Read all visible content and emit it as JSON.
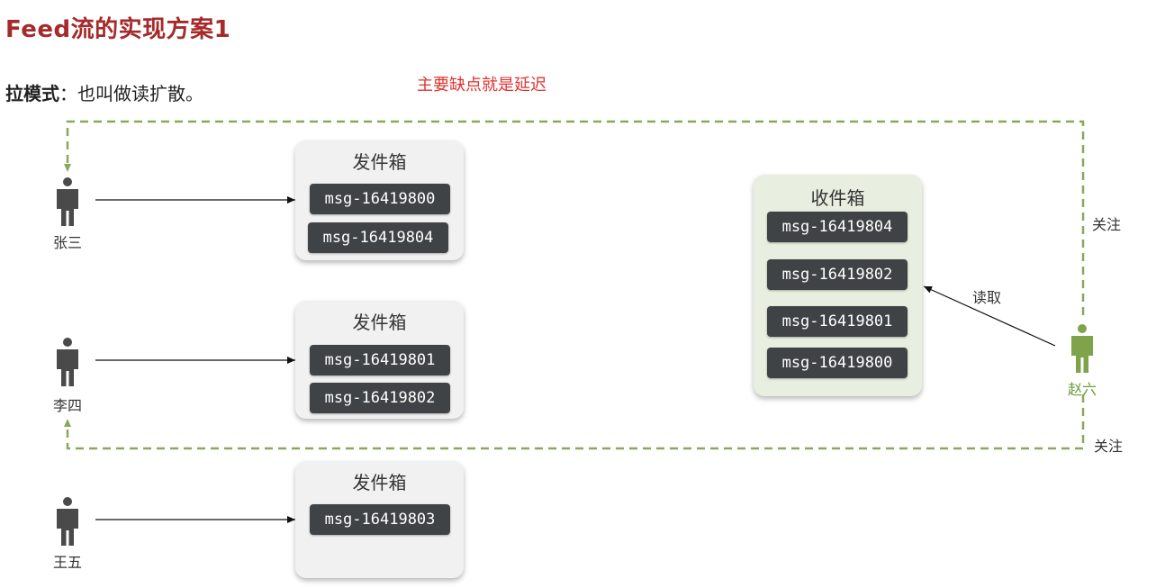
{
  "title": "Feed流的实现方案1",
  "subtitle": {
    "bold": "拉模式",
    "rest": "：也叫做读扩散。"
  },
  "note": "主要缺点就是延迟",
  "outbox_title": "发件箱",
  "inbox_title": "收件箱",
  "users": {
    "zhangsan": "张三",
    "lisi": "李四",
    "wangwu": "王五",
    "zhaoliu": "赵六"
  },
  "outboxes": {
    "zhangsan": [
      "msg-16419800",
      "msg-16419804"
    ],
    "lisi": [
      "msg-16419801",
      "msg-16419802"
    ],
    "wangwu": [
      "msg-16419803"
    ]
  },
  "inbox": [
    "msg-16419804",
    "msg-16419802",
    "msg-16419801",
    "msg-16419800"
  ],
  "edges": {
    "follow_top": "关注",
    "follow_bottom": "关注",
    "read": "读取"
  },
  "colors": {
    "title": "#a52a2a",
    "note": "#e0322f",
    "dashed_follow": "#8aa85a",
    "person_gray": "#4a4a4a",
    "person_green": "#7fa34a",
    "msg_bg": "#3f4345"
  },
  "icons": [
    "person-icon"
  ]
}
